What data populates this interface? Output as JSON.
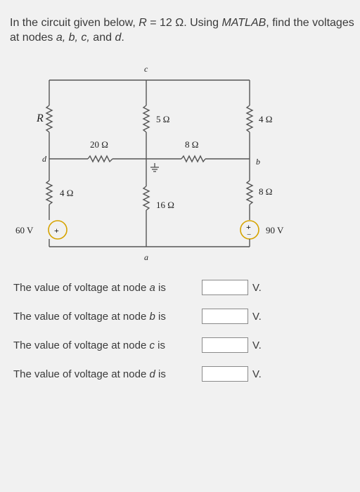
{
  "question": {
    "part1": "In the circuit given below, ",
    "R_symbol": "R",
    "part2": " = 12 Ω. Using ",
    "software": "MATLAB",
    "part3": ", find the voltages at nodes ",
    "nodes": "a, b, c,",
    "part4": " and ",
    "last_node": "d",
    "part5": "."
  },
  "circuit": {
    "node_a": "a",
    "node_b": "b",
    "node_c": "c",
    "node_d": "d",
    "R_label": "R",
    "r_20": "20 Ω",
    "r_4_left": "4 Ω",
    "r_5": "5 Ω",
    "r_8_mid": "8 Ω",
    "r_16": "16 Ω",
    "r_4_right": "4 Ω",
    "r_8_right": "8 Ω",
    "v_left": "60 V",
    "v_right": "90 V",
    "plus": "+",
    "minus": "−"
  },
  "answers": [
    {
      "prefix": "The value of voltage at node ",
      "node": "a",
      "suffix": " is",
      "value": "",
      "unit": "V."
    },
    {
      "prefix": "The value of voltage at node ",
      "node": "b",
      "suffix": " is",
      "value": "",
      "unit": "V."
    },
    {
      "prefix": "The value of voltage at node ",
      "node": "c",
      "suffix": " is",
      "value": "",
      "unit": "V."
    },
    {
      "prefix": "The value of voltage at node ",
      "node": "d",
      "suffix": " is",
      "value": "",
      "unit": "V."
    }
  ]
}
